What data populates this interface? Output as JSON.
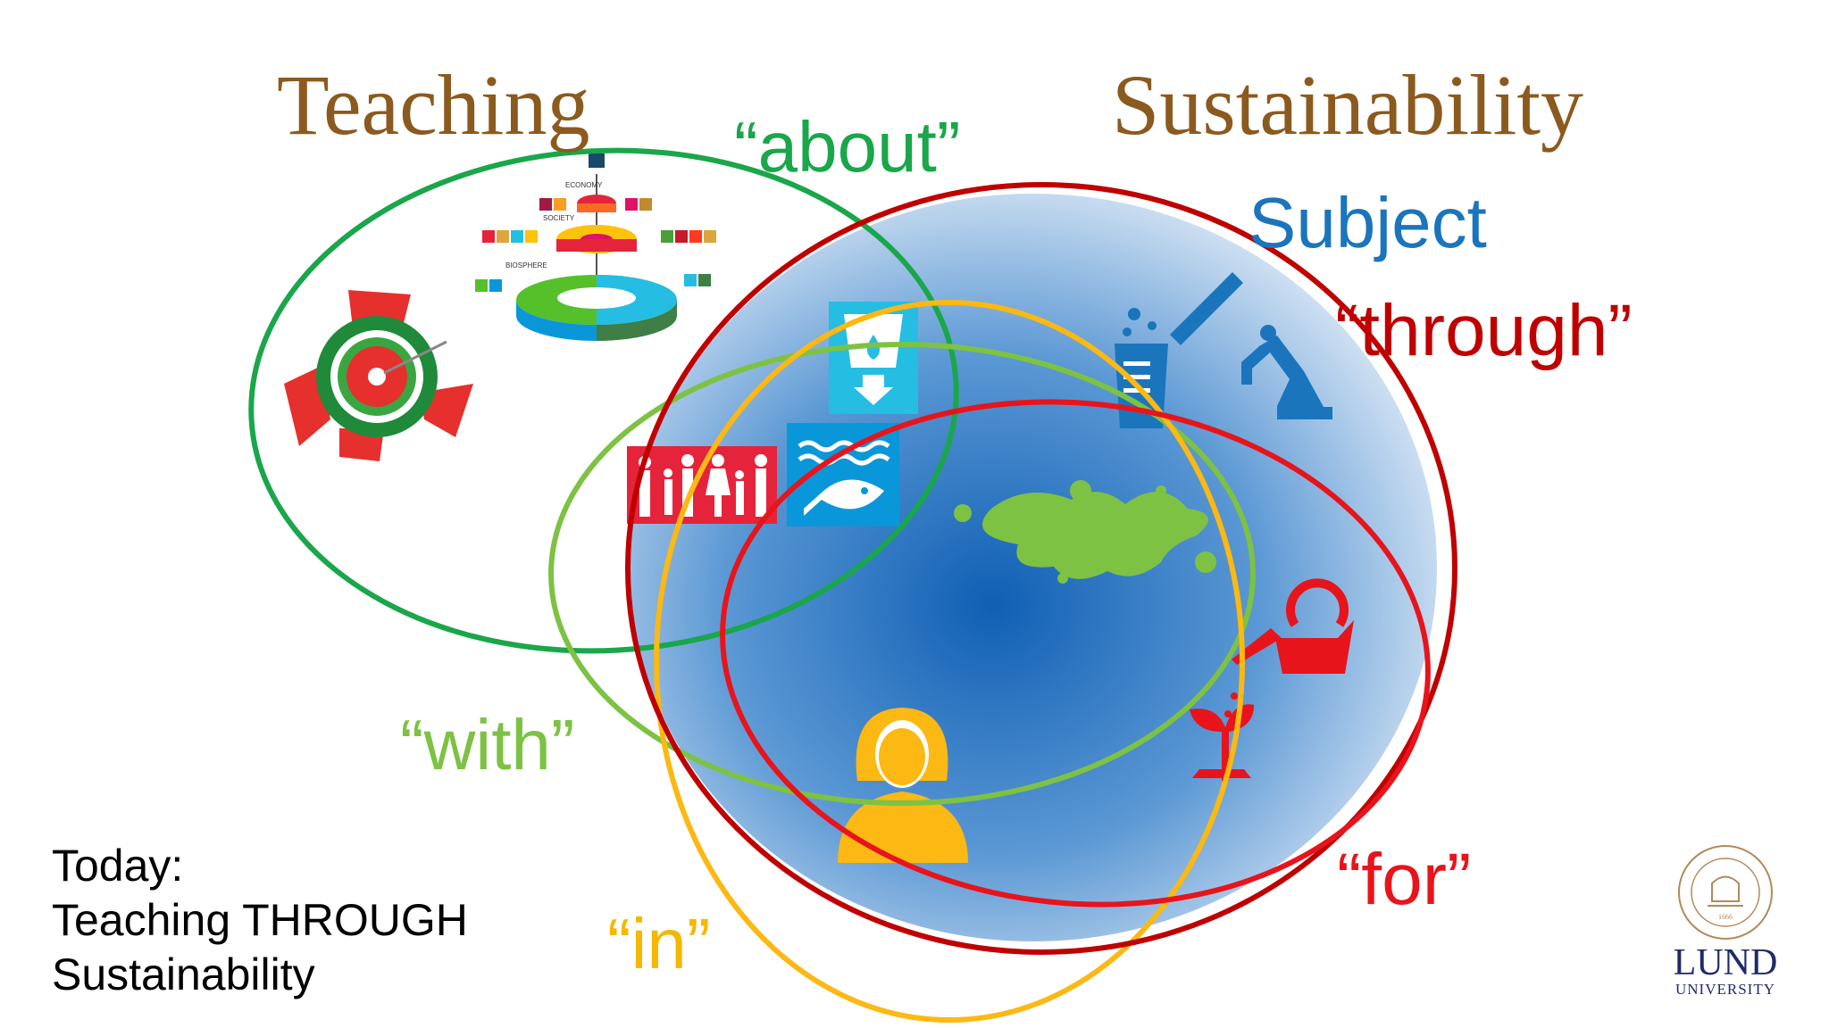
{
  "title_left": "Teaching",
  "title_right": "Sustainability",
  "labels": {
    "about": "“about”",
    "subject": "Subject",
    "through": "“through”",
    "with": "“with”",
    "in": "“in”",
    "for": "“for”"
  },
  "caption": {
    "line1": "Today:",
    "line2": "Teaching THROUGH",
    "line3": "Sustainability"
  },
  "sdg_diagram_labels": [
    "ECONOMY",
    "SOCIETY",
    "BIOSPHERE"
  ],
  "logo": {
    "name": "LUND",
    "sub": "UNIVERSITY",
    "seal_year": "1666"
  },
  "colors": {
    "brown": "#8b5a1e",
    "about_green": "#1aa64a",
    "subject_blue": "#1b75bc",
    "through_red": "#c00000",
    "with_green": "#7dc243",
    "in_yellow": "#f5b800",
    "for_red": "#e8141b"
  }
}
